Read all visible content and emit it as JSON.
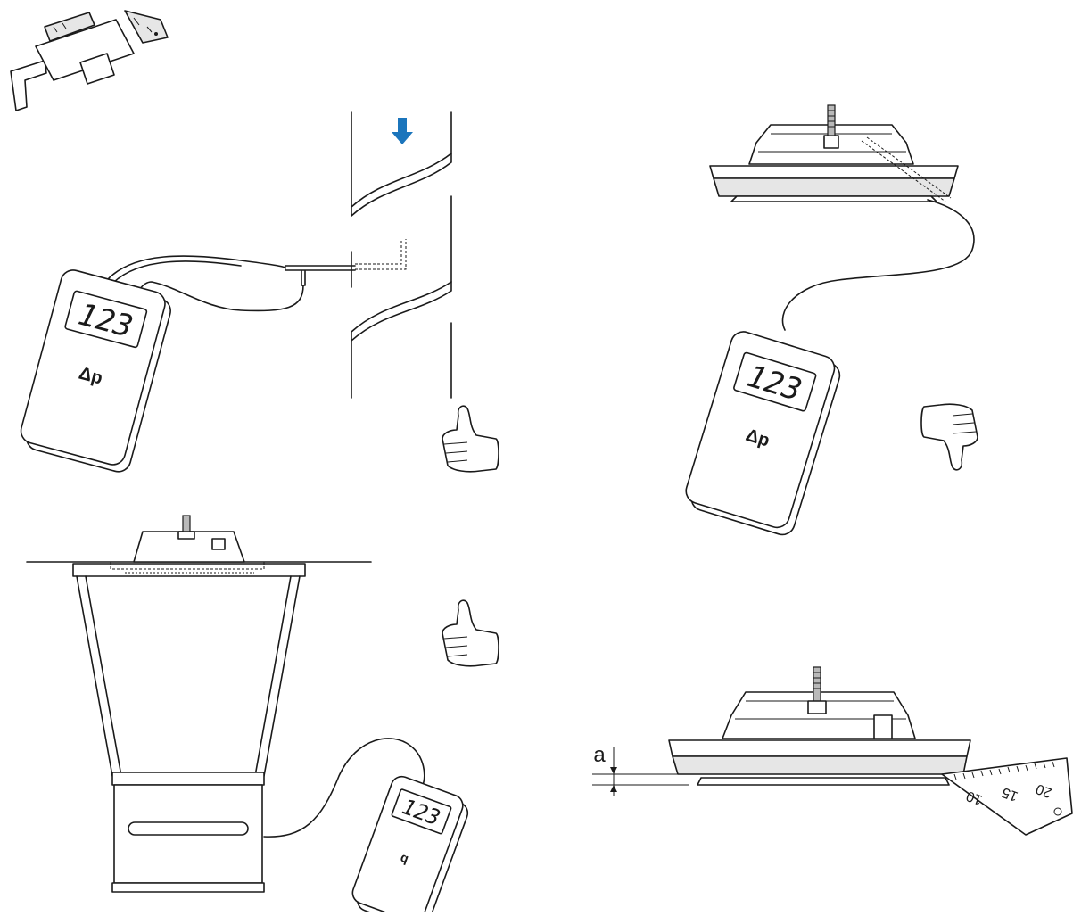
{
  "meters": {
    "duct_meter": {
      "display": "123",
      "label": "Δp"
    },
    "diffuser_meter": {
      "display": "123",
      "label": "Δp"
    },
    "hood_meter": {
      "display": "123",
      "label": "q"
    }
  },
  "dimension": {
    "label": "a"
  },
  "scale": {
    "ticks": [
      "10",
      "15",
      "20"
    ]
  },
  "ratings": [
    {
      "panel": "duct-probe-measurement",
      "verdict": "thumbs-up-icon"
    },
    {
      "panel": "diffuser-probe-measurement",
      "verdict": "thumbs-down-icon"
    },
    {
      "panel": "hood-measurement",
      "verdict": "thumbs-up-icon"
    }
  ],
  "colors": {
    "flow_arrow": "#1b75bc",
    "line": "#1a1a1a",
    "panel_gray": "#e6e6e6"
  }
}
